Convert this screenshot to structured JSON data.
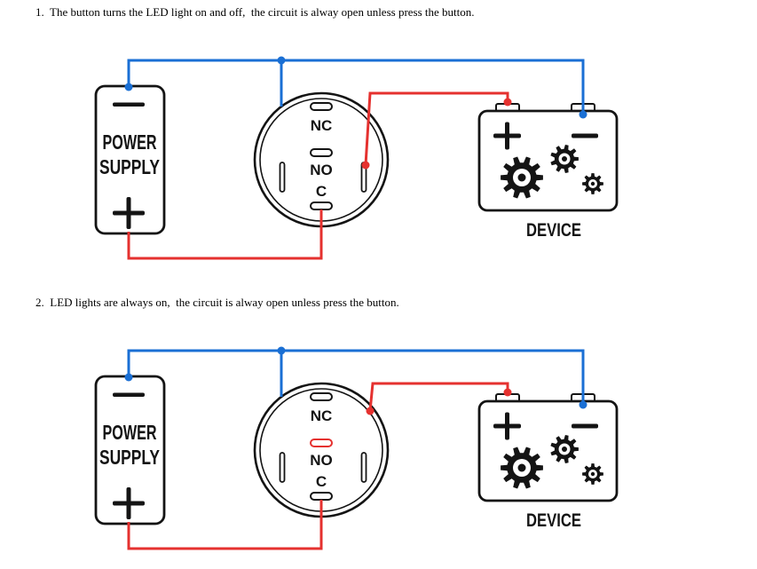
{
  "captions": {
    "item1": "1.  The button turns the LED light on and off,  the circuit is alway open unless press the button.",
    "item2": "2.  LED lights are always on,  the circuit is alway open unless press the button."
  },
  "labels": {
    "power_supply_line1": "POWER",
    "power_supply_line2": "SUPPLY",
    "terminal_nc": "NC",
    "terminal_no": "NO",
    "terminal_c": "C",
    "device": "DEVICE"
  },
  "colors": {
    "wire_blue": "#1a6fd4",
    "wire_red": "#e5312f",
    "outline": "#141414"
  },
  "icons": {
    "plus": "plus-sign",
    "minus": "minus-sign",
    "gear": "gear-icon"
  }
}
